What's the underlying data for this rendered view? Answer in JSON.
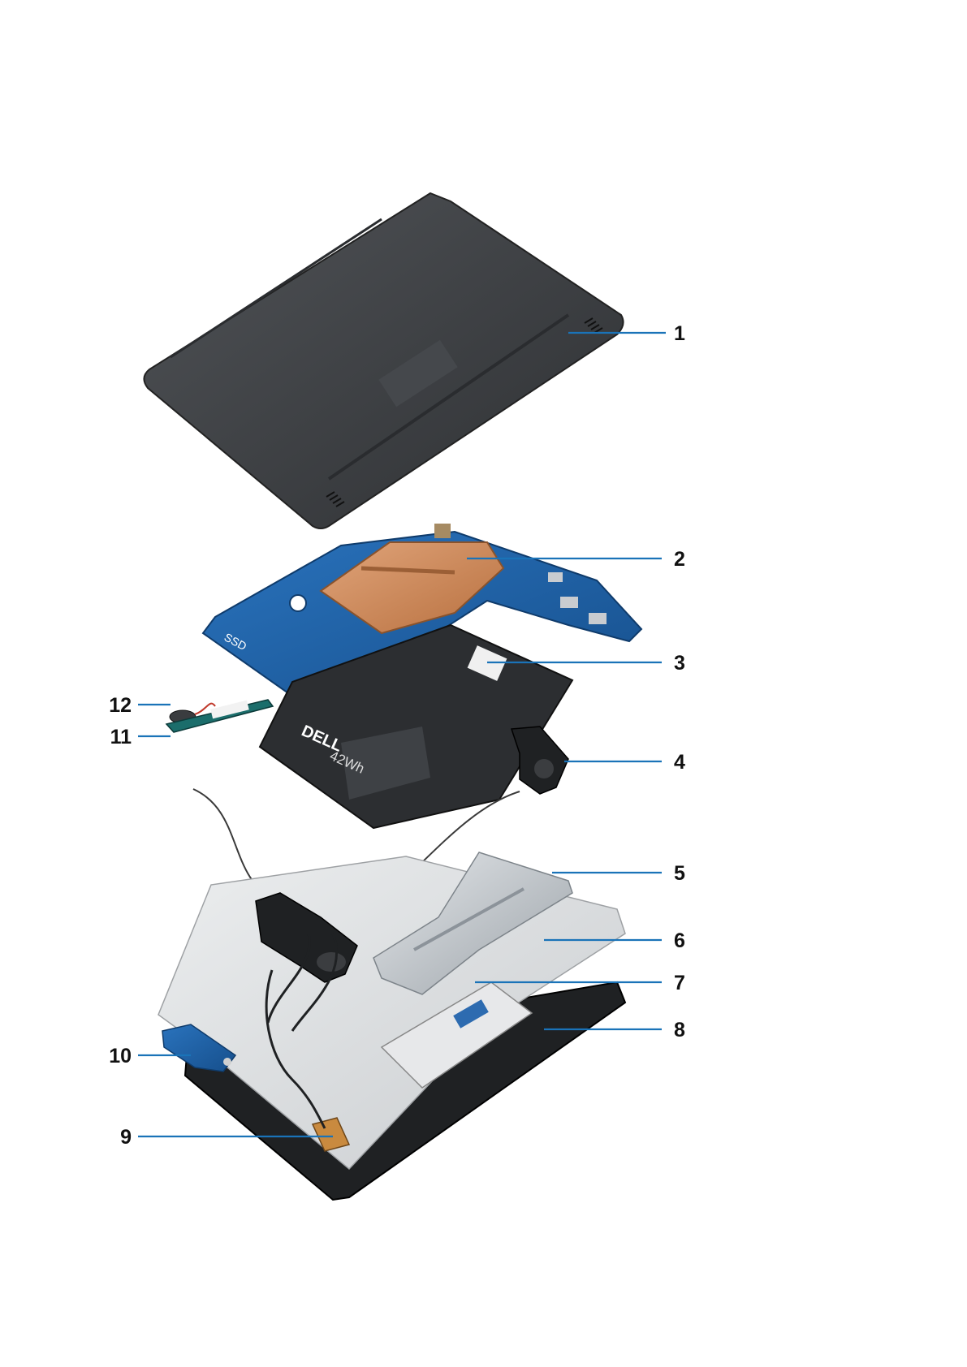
{
  "colors": {
    "leader": "#1a73b8",
    "base_cover": "#3b3d40",
    "board": "#1d5fa6",
    "heatsink": "#c98456",
    "battery": "#2c2e31",
    "palmrest": "#d9dbdc",
    "bezel": "#1f2123",
    "metal": "#aab0b5"
  },
  "battery": {
    "brand": "DELL",
    "capacity": "42Wh"
  },
  "board": {
    "ssd_label": "SSD"
  },
  "callouts": [
    {
      "number": "1"
    },
    {
      "number": "2"
    },
    {
      "number": "3"
    },
    {
      "number": "4"
    },
    {
      "number": "5"
    },
    {
      "number": "6"
    },
    {
      "number": "7"
    },
    {
      "number": "8"
    },
    {
      "number": "9"
    },
    {
      "number": "10"
    },
    {
      "number": "11"
    },
    {
      "number": "12"
    }
  ]
}
